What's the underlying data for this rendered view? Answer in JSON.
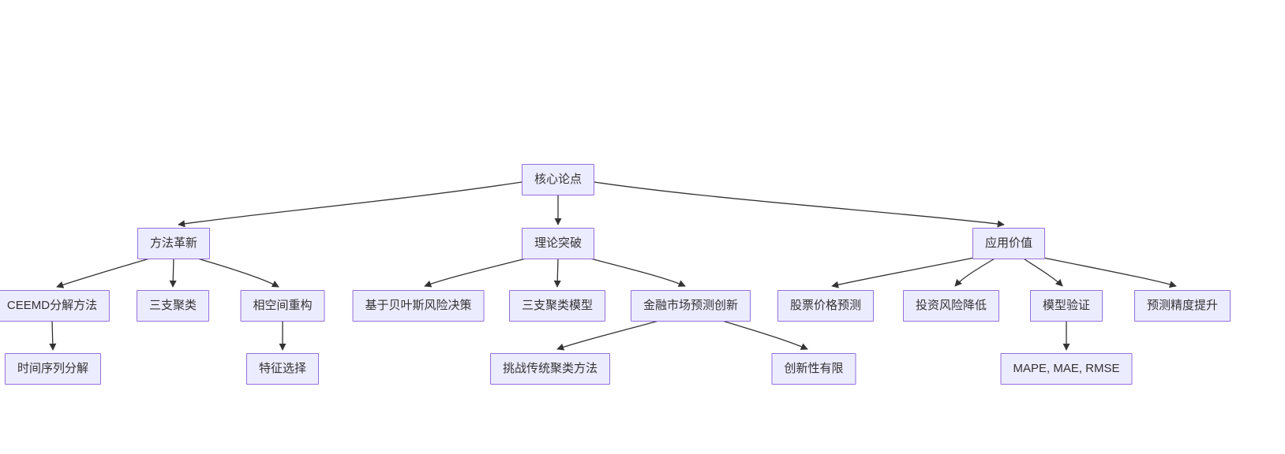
{
  "diagram": {
    "type": "flowchart-tree",
    "background_color": "#ffffff",
    "node_fill_color": "#ECECFF",
    "node_border_color": "#9370DB",
    "edge_color": "#333333",
    "nodes": {
      "core_argument": {
        "label": "核心论点"
      },
      "method_innovation": {
        "label": "方法革新"
      },
      "theory_breakthrough": {
        "label": "理论突破"
      },
      "application_value": {
        "label": "应用价值"
      },
      "ceemd_decomposition": {
        "label": "CEEMD分解方法"
      },
      "three_way_clustering": {
        "label": "三支聚类"
      },
      "phase_space_reconstruction": {
        "label": "相空间重构"
      },
      "time_series_decomposition": {
        "label": "时间序列分解"
      },
      "feature_selection": {
        "label": "特征选择"
      },
      "bayesian_risk_decision": {
        "label": "基于贝叶斯风险决策"
      },
      "three_way_clustering_model": {
        "label": "三支聚类模型"
      },
      "financial_market_forecast_innovation": {
        "label": "金融市场预测创新"
      },
      "challenge_traditional_clustering": {
        "label": "挑战传统聚类方法"
      },
      "limited_novelty": {
        "label": "创新性有限"
      },
      "stock_price_prediction": {
        "label": "股票价格预测"
      },
      "investment_risk_reduction": {
        "label": "投资风险降低"
      },
      "model_validation": {
        "label": "模型验证"
      },
      "prediction_accuracy_improvement": {
        "label": "预测精度提升"
      },
      "mape_mae_rmse": {
        "label": "MAPE, MAE, RMSE"
      }
    },
    "edges": [
      {
        "from": "core_argument",
        "to": "method_innovation"
      },
      {
        "from": "core_argument",
        "to": "theory_breakthrough"
      },
      {
        "from": "core_argument",
        "to": "application_value"
      },
      {
        "from": "method_innovation",
        "to": "ceemd_decomposition"
      },
      {
        "from": "method_innovation",
        "to": "three_way_clustering"
      },
      {
        "from": "method_innovation",
        "to": "phase_space_reconstruction"
      },
      {
        "from": "ceemd_decomposition",
        "to": "time_series_decomposition"
      },
      {
        "from": "phase_space_reconstruction",
        "to": "feature_selection"
      },
      {
        "from": "theory_breakthrough",
        "to": "bayesian_risk_decision"
      },
      {
        "from": "theory_breakthrough",
        "to": "three_way_clustering_model"
      },
      {
        "from": "theory_breakthrough",
        "to": "financial_market_forecast_innovation"
      },
      {
        "from": "financial_market_forecast_innovation",
        "to": "challenge_traditional_clustering"
      },
      {
        "from": "financial_market_forecast_innovation",
        "to": "limited_novelty"
      },
      {
        "from": "application_value",
        "to": "stock_price_prediction"
      },
      {
        "from": "application_value",
        "to": "investment_risk_reduction"
      },
      {
        "from": "application_value",
        "to": "model_validation"
      },
      {
        "from": "application_value",
        "to": "prediction_accuracy_improvement"
      },
      {
        "from": "model_validation",
        "to": "mape_mae_rmse"
      }
    ]
  }
}
